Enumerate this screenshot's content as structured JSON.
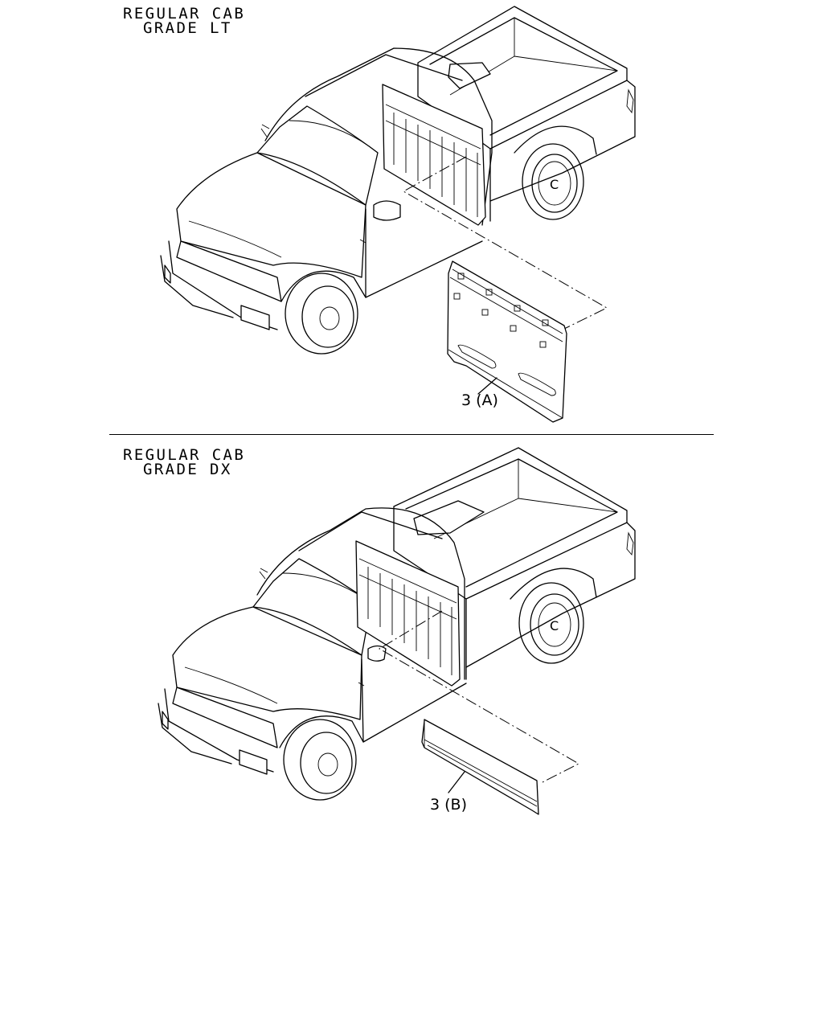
{
  "panels": [
    {
      "title_line1": "REGULAR CAB",
      "title_line2": "GRADE LT",
      "part_label": "3 (A)"
    },
    {
      "title_line1": "REGULAR CAB",
      "title_line2": "GRADE DX",
      "part_label": "3 (B)"
    }
  ],
  "wheel_mark": "C"
}
